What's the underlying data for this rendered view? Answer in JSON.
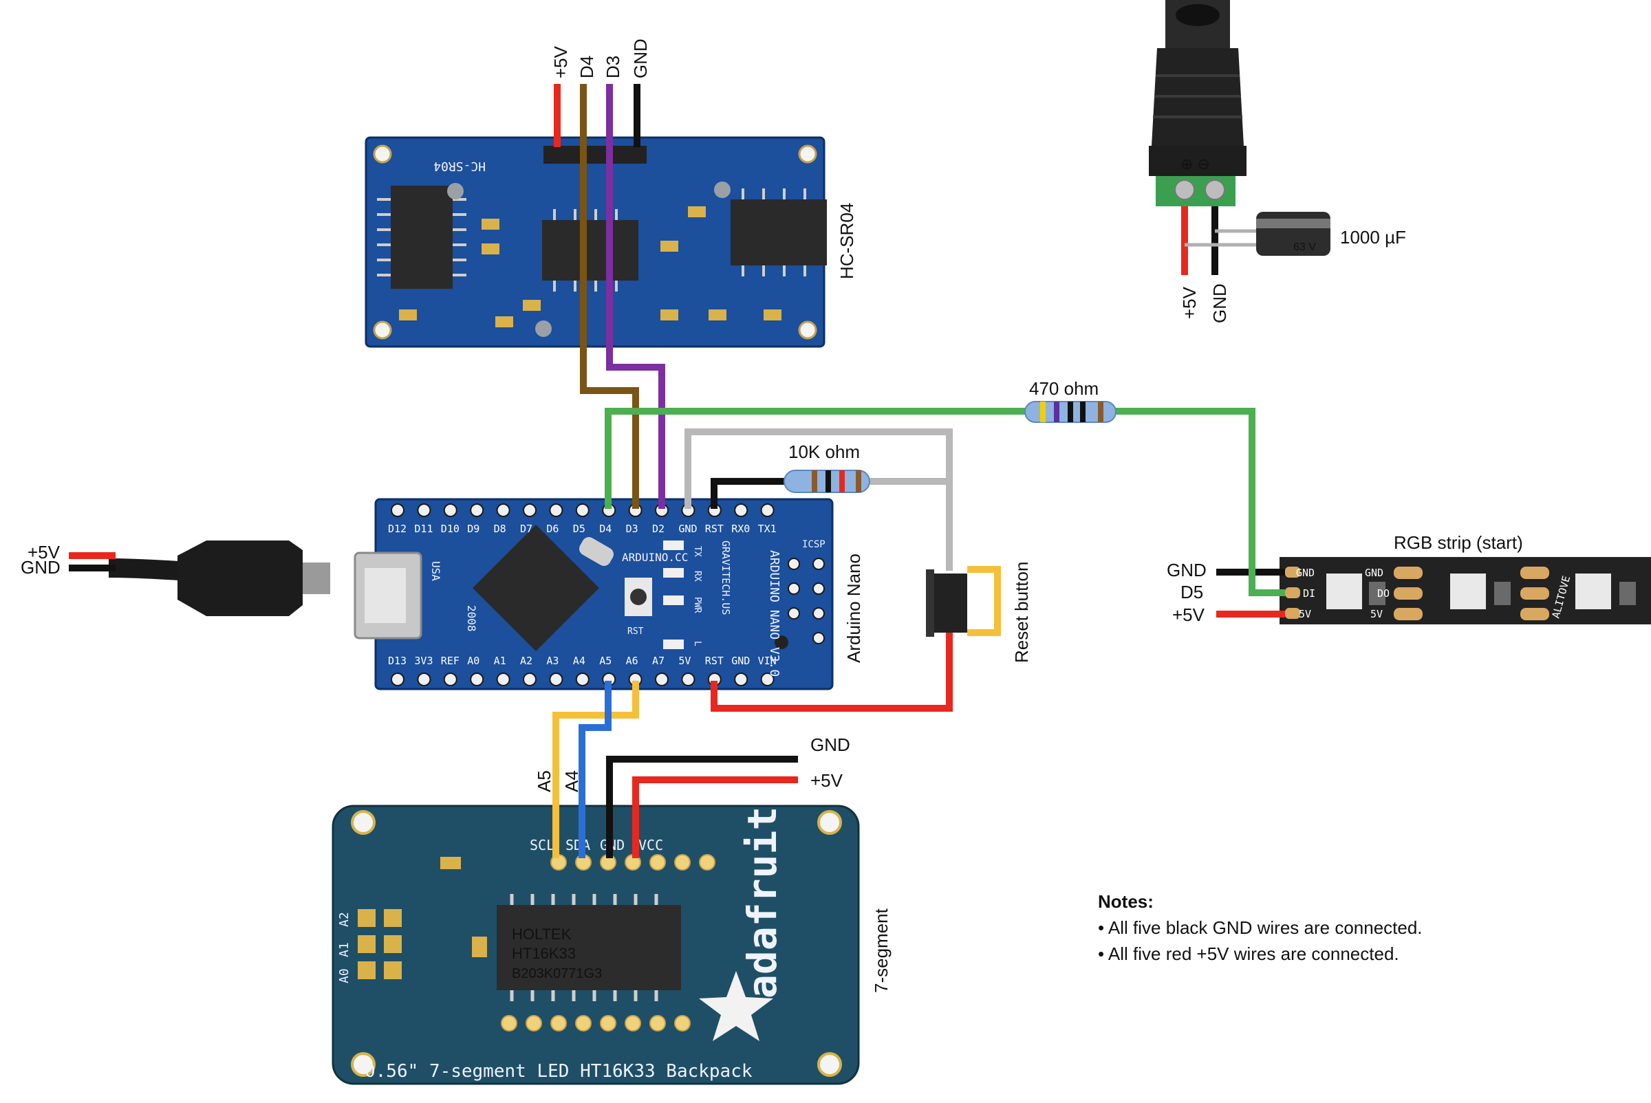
{
  "colors": {
    "red": "#e8281e",
    "black": "#111111",
    "brown": "#7a5414",
    "purple": "#7b2fa0",
    "green": "#4caf50",
    "gray": "#b8b8b8",
    "yellow": "#f6bf3a",
    "blue": "#2b6fd6",
    "pcb_blue": "#1c4f9c",
    "pcb_teal": "#1f4f66"
  },
  "icons": [
    "usb-cable-icon",
    "dc-barrel-jack-icon",
    "capacitor-icon",
    "resistor-icon",
    "pushbutton-icon",
    "led-strip-icon",
    "adafruit-star-logo-icon"
  ],
  "sensor": {
    "label": "HC-SR04",
    "silk": "HC-SR04",
    "wire_labels": [
      "+5V",
      "D4",
      "D3",
      "GND"
    ]
  },
  "power_jack": {
    "capacitor_label": "1000 µF",
    "wire_labels": [
      "+5V",
      "GND"
    ]
  },
  "nano": {
    "label": "Arduino Nano",
    "top_pins": [
      "D12",
      "D11",
      "D10",
      "D9",
      "D8",
      "D7",
      "D6",
      "D5",
      "D4",
      "D3",
      "D2",
      "GND",
      "RST",
      "RX0",
      "TX1"
    ],
    "bottom_pins": [
      "D13",
      "3V3",
      "REF",
      "A0",
      "A1",
      "A2",
      "A3",
      "A4",
      "A5",
      "A6",
      "A7",
      "5V",
      "RST",
      "GND",
      "VIN"
    ],
    "silk_brand": "ARDUINO.CC",
    "silk_model": "ARDUINO NANO V3.0",
    "silk_maker": "GRAVITECH.US",
    "silk_usa": "USA",
    "silk_year": "2008",
    "silk_icsp": "ICSP",
    "silk_leds": [
      "TX",
      "RX",
      "PWR",
      "L"
    ],
    "silk_rst": "RST"
  },
  "resistor_470": {
    "label": "470 ohm"
  },
  "resistor_10k": {
    "label": "10K ohm"
  },
  "reset_button": {
    "label": "Reset button"
  },
  "usb": {
    "wire_labels": [
      "+5V",
      "GND"
    ]
  },
  "strip": {
    "label": "RGB strip (start)",
    "wire_labels": [
      "GND",
      "D5",
      "+5V"
    ],
    "pad_labels": [
      "GND",
      "DI",
      "5V",
      "GND",
      "DO",
      "5V"
    ],
    "maker": "ALITOVE"
  },
  "display": {
    "label": "7-segment",
    "wire_labels": [
      "A5",
      "A4",
      "GND",
      "+5V"
    ],
    "pin_labels": [
      "SCL",
      "SDA",
      "GND",
      "VCC"
    ],
    "chip_maker": "HOLTEK",
    "chip_model": "HT16K33",
    "chip_code": "B203K0771G3",
    "brand": "adafruit",
    "addr_pads": [
      "A2",
      "A1",
      "A0"
    ],
    "footer": "0.56\" 7-segment LED HT16K33 Backpack"
  },
  "notes": {
    "heading": "Notes:",
    "items": [
      "All five black GND wires are connected.",
      "All five red +5V wires are connected."
    ]
  }
}
